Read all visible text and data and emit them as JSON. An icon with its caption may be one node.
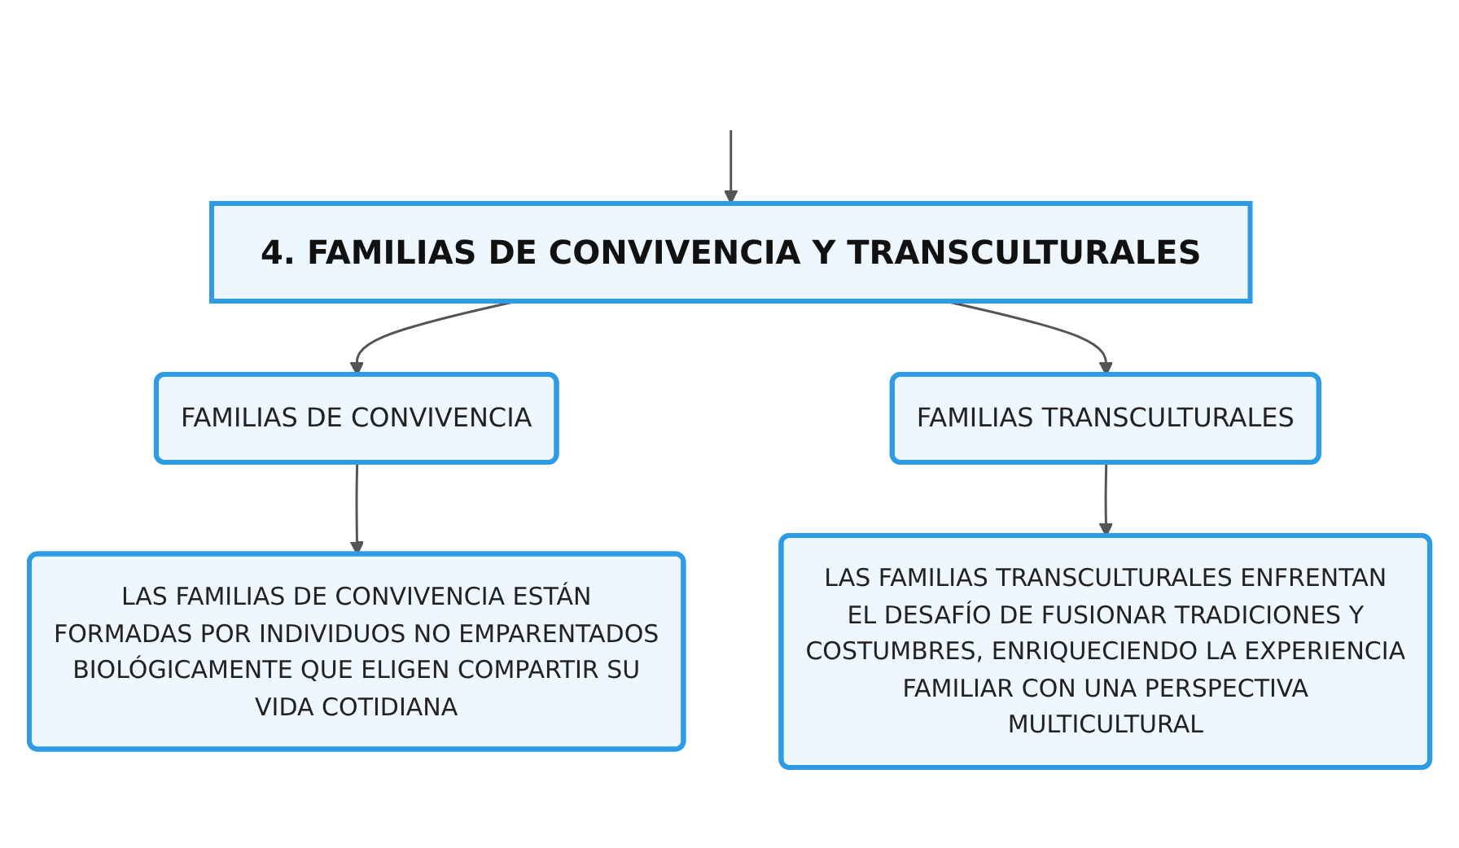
{
  "diagram": {
    "nodes": [
      {
        "text": [
          "4. FAMILIAS DE CONVIVENCIA Y TRANSCULTURALES"
        ]
      },
      {
        "text": [
          "FAMILIAS DE CONVIVENCIA"
        ]
      },
      {
        "text": [
          "FAMILIAS TRANSCULTURALES"
        ]
      },
      {
        "text": [
          "LAS FAMILIAS DE CONVIVENCIA ESTÁN FORMADAS POR INDIVIDUOS NO EMPARENTADOS BIOLÓGICAMENTE QUE ELIGEN COMPARTIR SU VIDA COTIDIANA"
        ]
      },
      {
        "text": [
          "LAS FAMILIAS TRANSCULTURALES ENFRENTAN EL DESAFÍO DE FUSIONAR TRADICIONES Y COSTUMBRES, ENRIQUECIENDO LA EXPERIENCIA FAMILIAR CON UNA PERSPECTIVA MULTICULTURAL"
        ]
      }
    ],
    "edges": [
      {
        "from": null,
        "to": 0,
        "arrow": "to"
      },
      {
        "from": 0,
        "to": 1,
        "arrow": "to"
      },
      {
        "from": 0,
        "to": 2,
        "arrow": "to"
      },
      {
        "from": 1,
        "to": 3,
        "arrow": "to"
      },
      {
        "from": 2,
        "to": 4,
        "arrow": "to"
      }
    ]
  }
}
